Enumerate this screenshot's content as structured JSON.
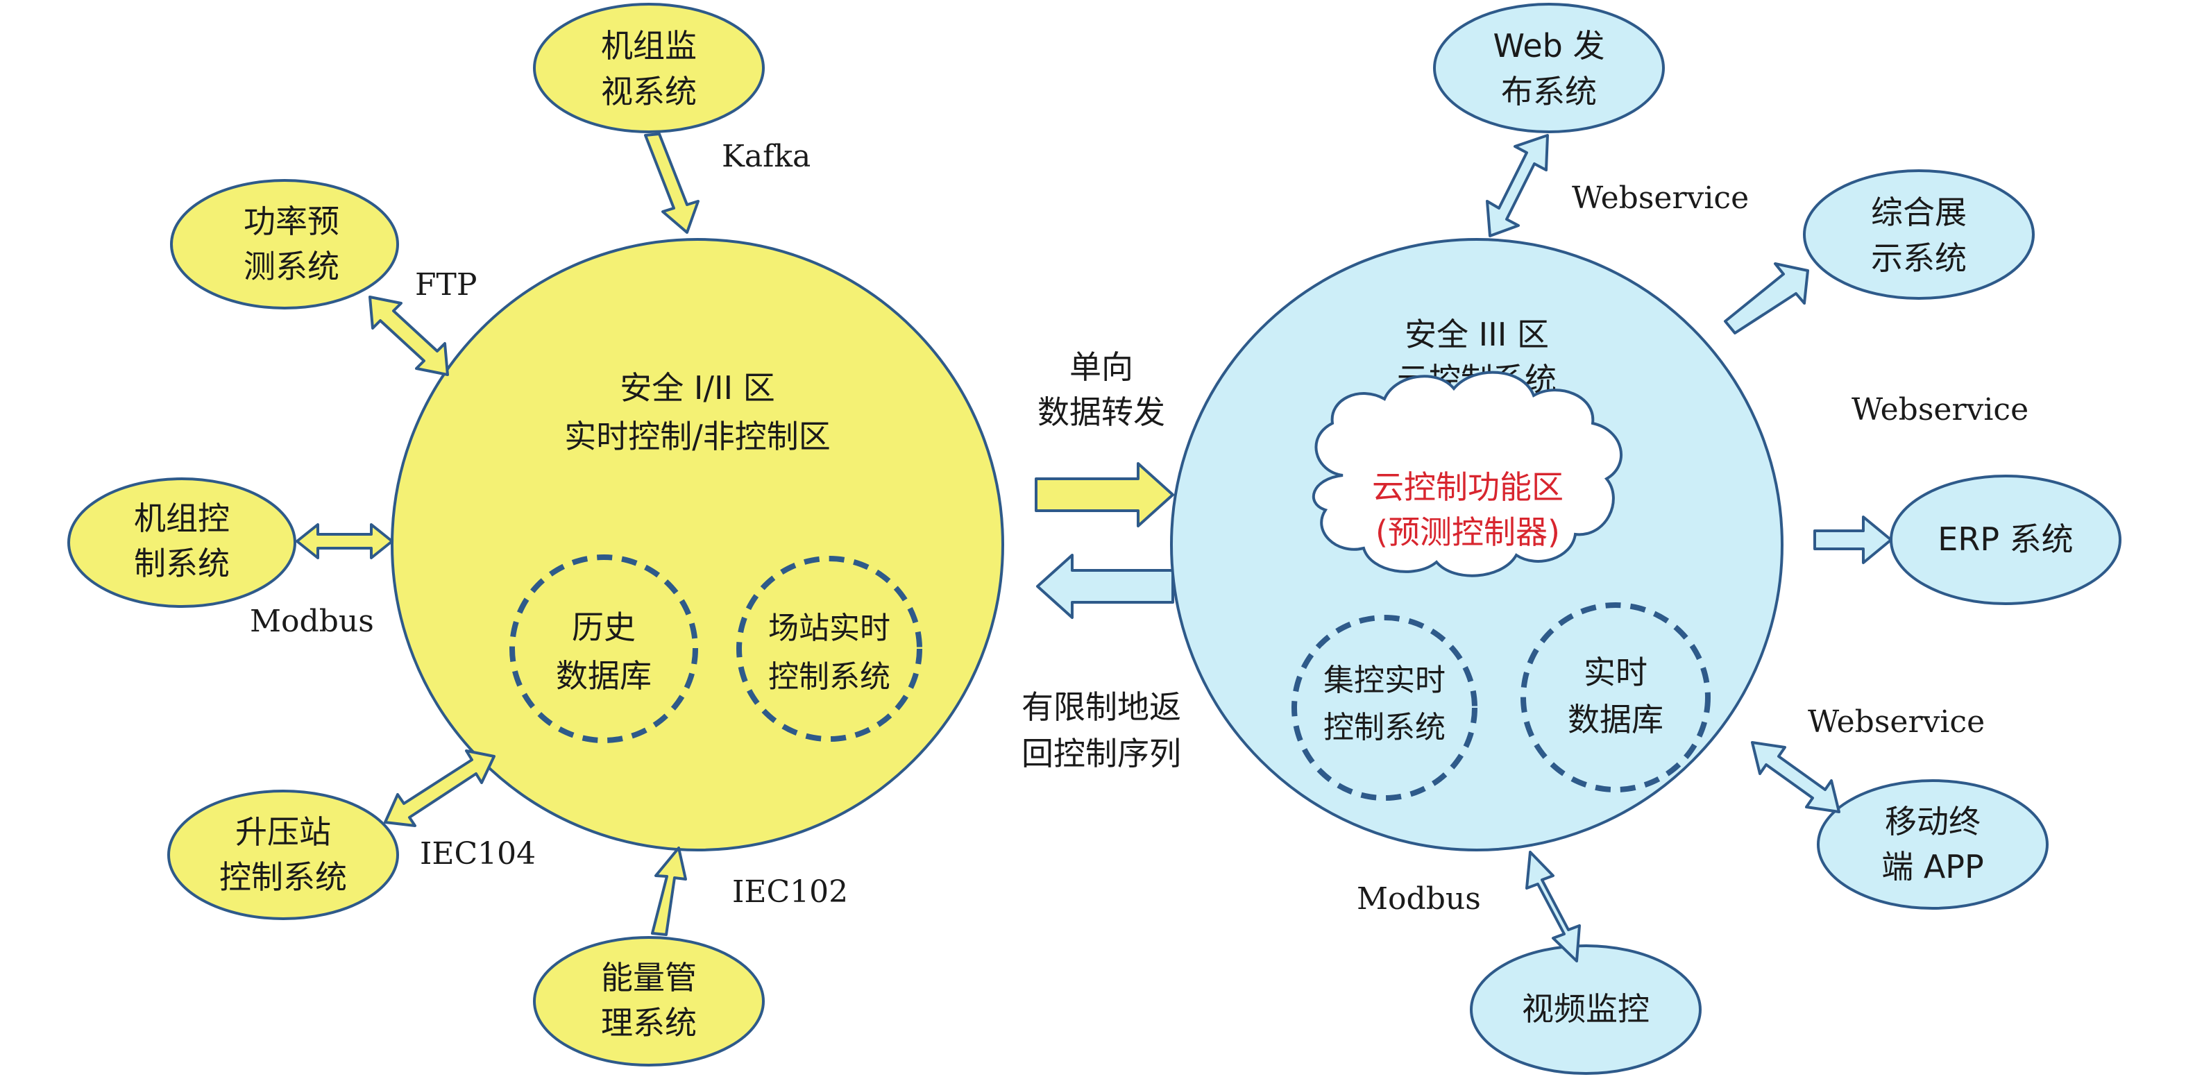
{
  "left_zone": {
    "title_line1": "安全 I/II 区",
    "title_line2": "实时控制/非控制区",
    "fill": "#f4f174",
    "stroke": "#2e5a8a",
    "inner_history_line1": "历史",
    "inner_history_line2": "数据库",
    "inner_station_line1": "场站实时",
    "inner_station_line2": "控制系统",
    "nodes": {
      "unit_monitor": {
        "line1": "机组监",
        "line2": "视系统"
      },
      "power_forecast": {
        "line1": "功率预",
        "line2": "测系统"
      },
      "unit_control": {
        "line1": "机组控",
        "line2": "制系统"
      },
      "booster_station": {
        "line1": "升压站",
        "line2": "控制系统"
      },
      "energy_mgmt": {
        "line1": "能量管",
        "line2": "理系统"
      }
    },
    "protocols": {
      "kafka": "Kafka",
      "ftp": "FTP",
      "modbus": "Modbus",
      "iec104": "IEC104",
      "iec102": "IEC102"
    }
  },
  "right_zone": {
    "title_line1": "安全 III 区",
    "title_line2": "云控制系统",
    "fill": "#cdeef8",
    "stroke": "#2e5a8a",
    "cloud_line1": "云控制功能区",
    "cloud_line2": "(预测控制器)",
    "cloud_text_color": "#d8252e",
    "inner_central_line1": "集控实时",
    "inner_central_line2": "控制系统",
    "inner_rtdb_line1": "实时",
    "inner_rtdb_line2": "数据库",
    "nodes": {
      "web_publish": {
        "line1": "Web 发",
        "line2": "布系统"
      },
      "integrated_display": {
        "line1": "综合展",
        "line2": "示系统"
      },
      "erp": {
        "line1": "ERP 系统"
      },
      "mobile_app": {
        "line1": "移动终",
        "line2": "端 APP"
      },
      "video_monitor": {
        "line1": "视频监控"
      }
    },
    "protocols": {
      "webservice_top": "Webservice",
      "webservice_mid": "Webservice",
      "webservice_bottom": "Webservice",
      "modbus": "Modbus"
    }
  },
  "middle": {
    "forward_line1": "单向",
    "forward_line2": "数据转发",
    "return_line1": "有限制地返",
    "return_line2": "回控制序列"
  }
}
